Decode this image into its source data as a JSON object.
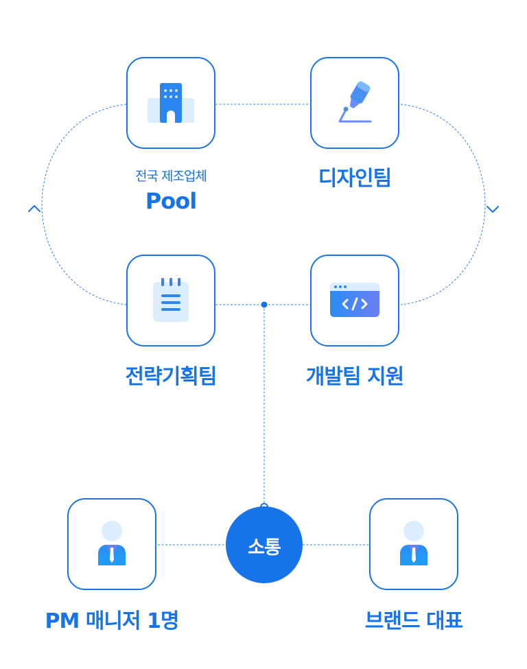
{
  "nodes": {
    "pool": {
      "label_top": "전국 제조업체",
      "label": "Pool",
      "icon": "building-icon"
    },
    "design": {
      "label": "디자인팀",
      "icon": "pen-icon"
    },
    "strategy": {
      "label": "전략기획팀",
      "icon": "notepad-icon"
    },
    "dev": {
      "label": "개발팀 지원",
      "icon": "code-window-icon"
    },
    "pm": {
      "label": "PM 매니저 1명",
      "icon": "person-icon"
    },
    "brand": {
      "label": "브랜드 대표",
      "icon": "person-icon"
    }
  },
  "hub": {
    "label": "소통"
  },
  "colors": {
    "accent": "#1773e8",
    "line": "#2a7fe6",
    "icon_light": "#dceefe"
  }
}
